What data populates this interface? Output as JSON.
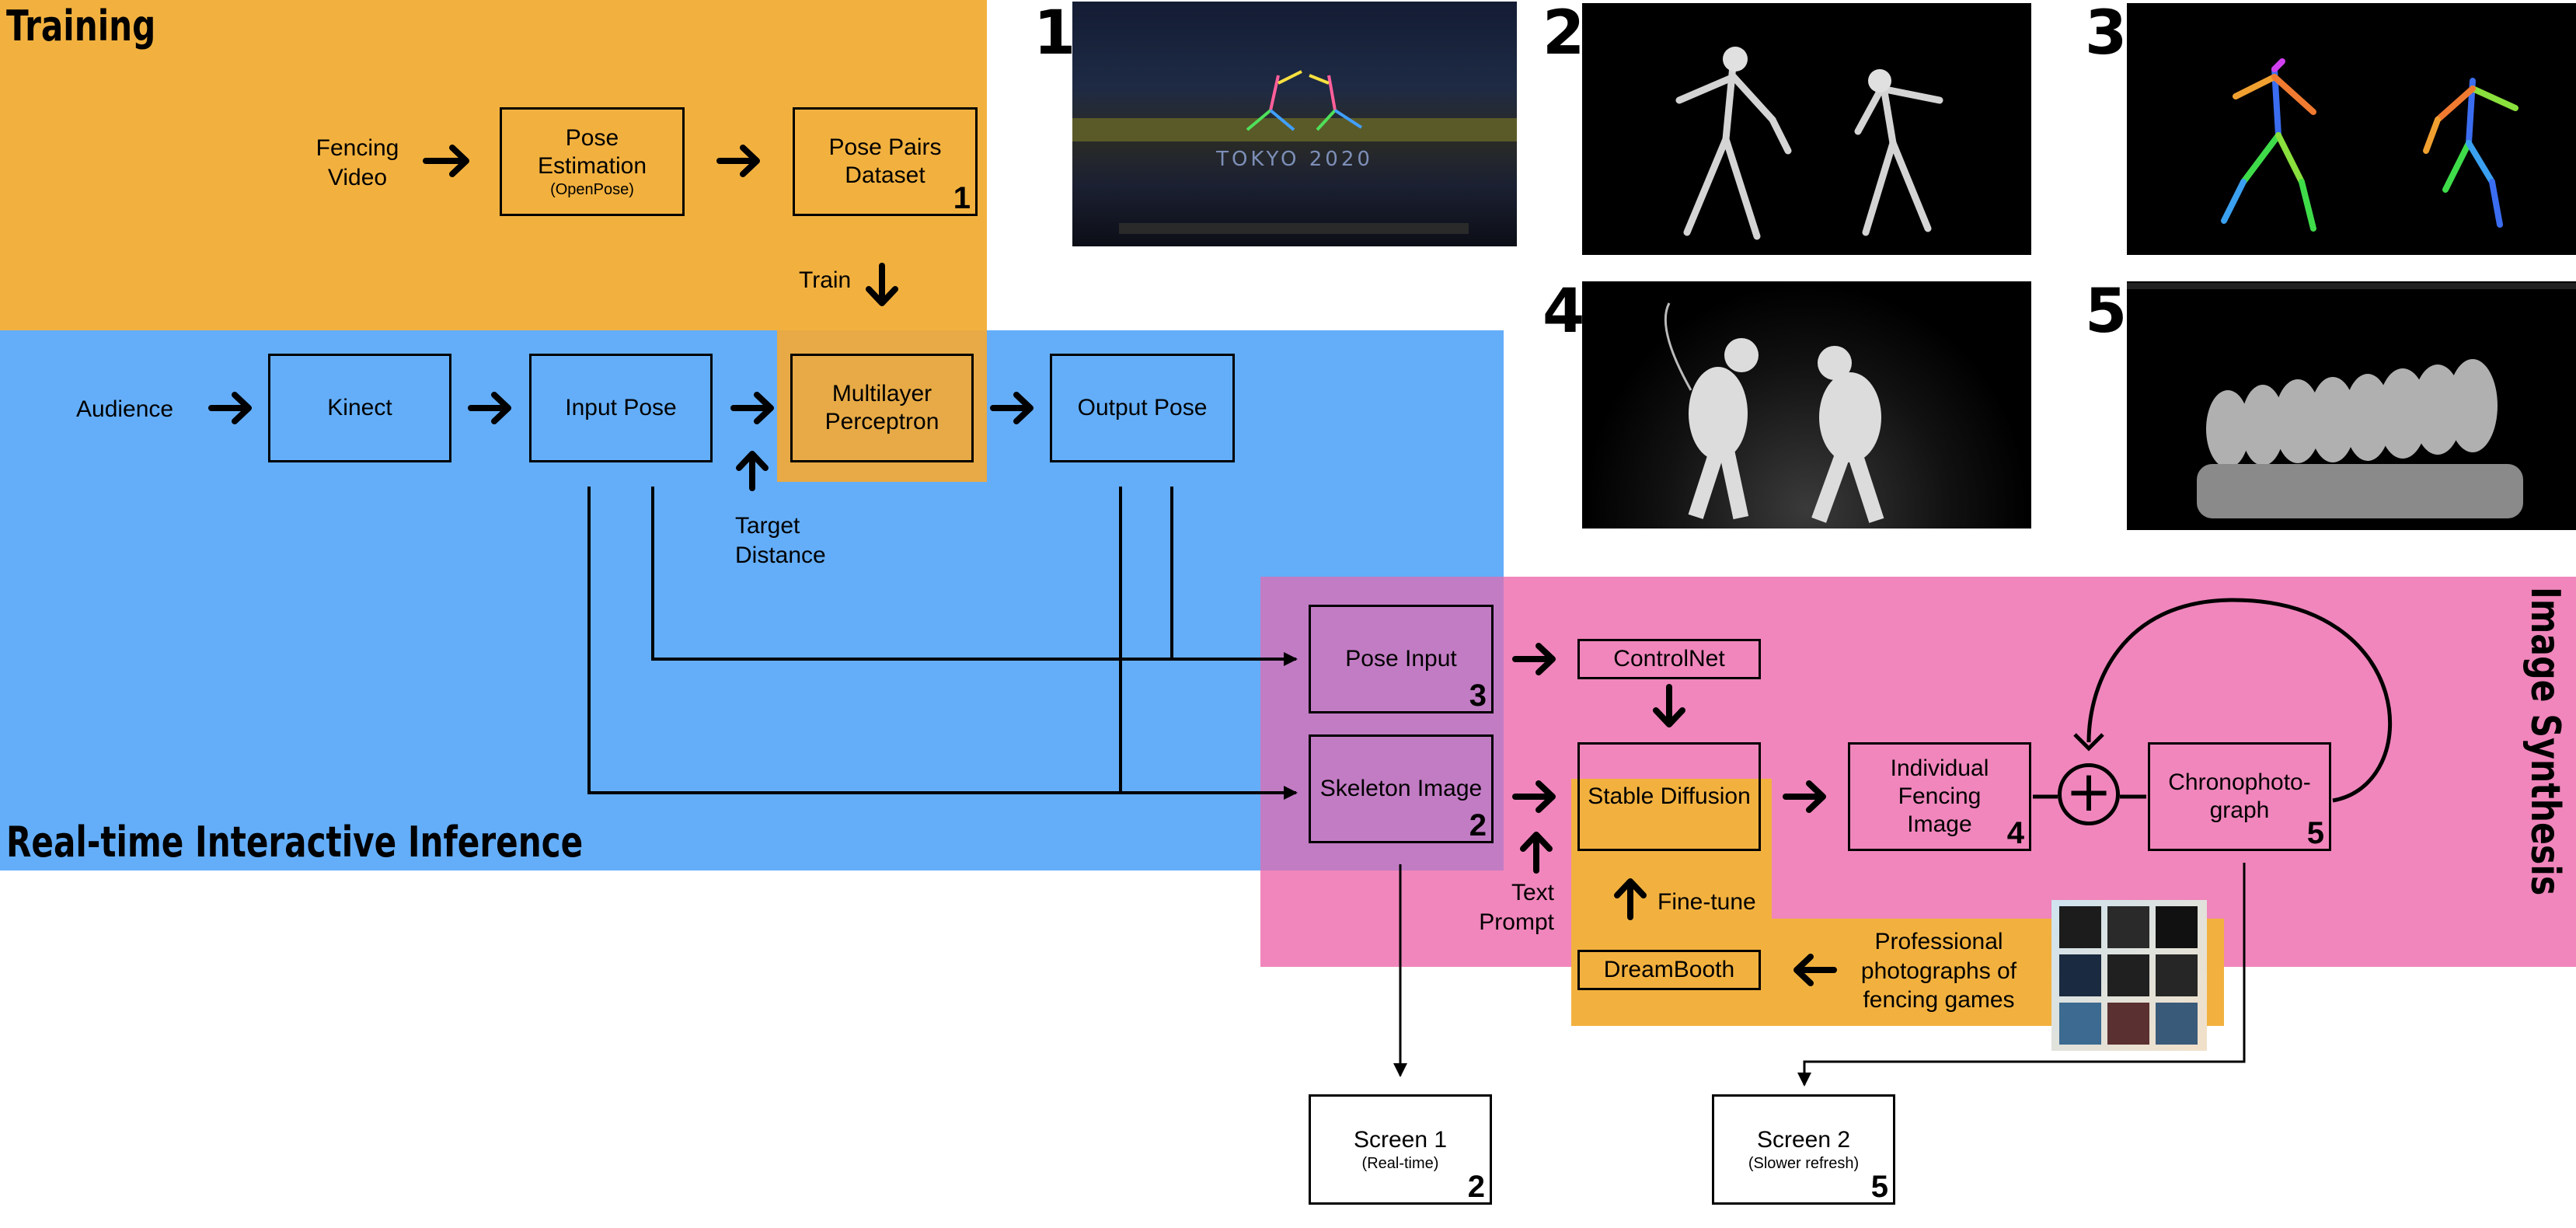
{
  "regions": {
    "training": "Training",
    "inference": "Real-time Interactive Inference",
    "synthesis": "Image Synthesis"
  },
  "nodes": {
    "pose_estimation": {
      "title": "Pose Estimation",
      "sub": "(OpenPose)"
    },
    "pose_pairs_dataset": {
      "title": "Pose Pairs Dataset",
      "index": "1"
    },
    "kinect": {
      "title": "Kinect"
    },
    "input_pose": {
      "title": "Input Pose"
    },
    "mlp": {
      "title": "Multilayer Perceptron"
    },
    "output_pose": {
      "title": "Output Pose"
    },
    "pose_input": {
      "title": "Pose Input",
      "index": "3"
    },
    "skeleton_image": {
      "title": "Skeleton Image",
      "index": "2"
    },
    "controlnet": {
      "title": "ControlNet"
    },
    "stable_diffusion": {
      "title": "Stable Diffusion"
    },
    "individual_fencing_image": {
      "title": "Individual Fencing Image",
      "index": "4"
    },
    "chronophotograph": {
      "title": "Chronophoto-graph",
      "index": "5"
    },
    "dreambooth": {
      "title": "DreamBooth"
    },
    "screen1": {
      "title": "Screen 1",
      "sub": "(Real-time)",
      "index": "2"
    },
    "screen2": {
      "title": "Screen 2",
      "sub": "(Slower refresh)",
      "index": "5"
    }
  },
  "labels": {
    "fencing_video": "Fencing Video",
    "train": "Train",
    "audience": "Audience",
    "target_distance": "Target Distance",
    "text_prompt": "Text Prompt",
    "fine_tune": "Fine-tune",
    "professional_photos": "Professional photographs of fencing games",
    "plus_symbol": "+"
  },
  "photos": {
    "p1": {
      "number": "1",
      "overlay_text": "TOKYO 2020"
    },
    "p2": {
      "number": "2"
    },
    "p3": {
      "number": "3"
    },
    "p4": {
      "number": "4"
    },
    "p5": {
      "number": "5"
    }
  },
  "colors": {
    "training": "#F2B13F",
    "inference": "#64AEF9",
    "synthesis": "#F086BC",
    "overlap_blue_orange": "#E7AA46",
    "overlap_blue_pink": "#C27CC4"
  }
}
